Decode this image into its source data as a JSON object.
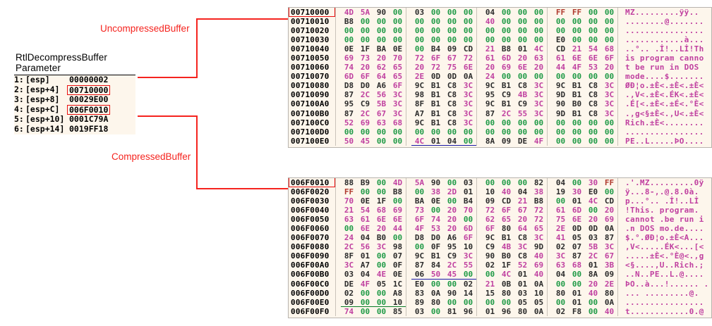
{
  "annotations": {
    "uncompressed_label": "UncompressedBuffer",
    "compressed_label": "CompressedBuffer",
    "line_color": "#f5241f",
    "box_color": "#e8100f"
  },
  "parameter_panel": {
    "function_name": "RtlDecompressBuffer",
    "section_title": "Parameter",
    "title_text": "RtlDecompressBuffer\nParameter",
    "rows": [
      {
        "index": "1:",
        "register": "[esp]",
        "value": "00000002",
        "boxed": false
      },
      {
        "index": "2:",
        "register": "[esp+4]",
        "value": "00710000",
        "boxed": true
      },
      {
        "index": "3:",
        "register": "[esp+8]",
        "value": "00029E00",
        "boxed": false
      },
      {
        "index": "4:",
        "register": "[esp+C]",
        "value": "006F0010",
        "boxed": true
      },
      {
        "index": "5:",
        "register": "[esp+10]",
        "value": "0001C79A",
        "boxed": false
      },
      {
        "index": "6:",
        "register": "[esp+14]",
        "value": "0019FF18",
        "boxed": false
      }
    ]
  },
  "hexdump_top": {
    "name": "uncompressed-buffer-hexdump",
    "rows": [
      {
        "addr": "00710000",
        "boxed": true,
        "bytes": [
          "4D",
          "5A",
          "90",
          "00",
          "03",
          "00",
          "00",
          "00",
          "04",
          "00",
          "00",
          "00",
          "FF",
          "FF",
          "00",
          "00"
        ],
        "ascii": "MZ.........ÿÿ.."
      },
      {
        "addr": "00710010",
        "boxed": false,
        "bytes": [
          "B8",
          "00",
          "00",
          "00",
          "00",
          "00",
          "00",
          "00",
          "40",
          "00",
          "00",
          "00",
          "00",
          "00",
          "00",
          "00"
        ],
        "ascii": "........@......."
      },
      {
        "addr": "00710020",
        "boxed": false,
        "bytes": [
          "00",
          "00",
          "00",
          "00",
          "00",
          "00",
          "00",
          "00",
          "00",
          "00",
          "00",
          "00",
          "00",
          "00",
          "00",
          "00"
        ],
        "ascii": "................"
      },
      {
        "addr": "00710030",
        "boxed": false,
        "bytes": [
          "00",
          "00",
          "00",
          "00",
          "00",
          "00",
          "00",
          "00",
          "00",
          "00",
          "00",
          "00",
          "E0",
          "00",
          "00",
          "00"
        ],
        "ascii": "............à..."
      },
      {
        "addr": "00710040",
        "boxed": false,
        "bytes": [
          "0E",
          "1F",
          "BA",
          "0E",
          "00",
          "B4",
          "09",
          "CD",
          "21",
          "B8",
          "01",
          "4C",
          "CD",
          "21",
          "54",
          "68"
        ],
        "ascii": "..°.. .İ!..Lİ!Th"
      },
      {
        "addr": "00710050",
        "boxed": false,
        "bytes": [
          "69",
          "73",
          "20",
          "70",
          "72",
          "6F",
          "67",
          "72",
          "61",
          "6D",
          "20",
          "63",
          "61",
          "6E",
          "6E",
          "6F"
        ],
        "ascii": "is program canno"
      },
      {
        "addr": "00710060",
        "boxed": false,
        "bytes": [
          "74",
          "20",
          "62",
          "65",
          "20",
          "72",
          "75",
          "6E",
          "20",
          "69",
          "6E",
          "20",
          "44",
          "4F",
          "53",
          "20"
        ],
        "ascii": "t be run in DOS "
      },
      {
        "addr": "00710070",
        "boxed": false,
        "bytes": [
          "6D",
          "6F",
          "64",
          "65",
          "2E",
          "0D",
          "0D",
          "0A",
          "24",
          "00",
          "00",
          "00",
          "00",
          "00",
          "00",
          "00"
        ],
        "ascii": "mode....$......."
      },
      {
        "addr": "00710080",
        "boxed": false,
        "bytes": [
          "D8",
          "D0",
          "A6",
          "6F",
          "9C",
          "B1",
          "C8",
          "3C",
          "9C",
          "B1",
          "C8",
          "3C",
          "9C",
          "B1",
          "C8",
          "3C"
        ],
        "ascii": "ØÐ¦o.±È<.±È<.±È<"
      },
      {
        "addr": "00710090",
        "boxed": false,
        "bytes": [
          "87",
          "2C",
          "56",
          "3C",
          "98",
          "B1",
          "C8",
          "3C",
          "95",
          "C9",
          "4B",
          "3C",
          "9D",
          "B1",
          "C8",
          "3C"
        ],
        "ascii": ".,V<.±È<.ÉK<.±È<"
      },
      {
        "addr": "007100A0",
        "boxed": false,
        "bytes": [
          "95",
          "C9",
          "5B",
          "3C",
          "8F",
          "B1",
          "C8",
          "3C",
          "9C",
          "B1",
          "C9",
          "3C",
          "90",
          "B0",
          "C8",
          "3C"
        ],
        "ascii": ".É[<.±È<.±É<.°È<"
      },
      {
        "addr": "007100B0",
        "boxed": false,
        "bytes": [
          "87",
          "2C",
          "67",
          "3C",
          "A7",
          "B1",
          "C8",
          "3C",
          "87",
          "2C",
          "55",
          "3C",
          "9D",
          "B1",
          "C8",
          "3C"
        ],
        "ascii": ".,g<§±È<.,U<.±È<"
      },
      {
        "addr": "007100C0",
        "boxed": false,
        "bytes": [
          "52",
          "69",
          "63",
          "68",
          "9C",
          "B1",
          "C8",
          "3C",
          "00",
          "00",
          "00",
          "00",
          "00",
          "00",
          "00",
          "00"
        ],
        "ascii": "Rich.±È<........"
      },
      {
        "addr": "007100D0",
        "boxed": false,
        "bytes": [
          "00",
          "00",
          "00",
          "00",
          "00",
          "00",
          "00",
          "00",
          "00",
          "00",
          "00",
          "00",
          "00",
          "00",
          "00",
          "00"
        ],
        "ascii": "................"
      },
      {
        "addr": "007100E0",
        "boxed": false,
        "bytes": [
          "50",
          "45",
          "00",
          "00",
          "4C",
          "01",
          "04",
          "00",
          "8A",
          "09",
          "DE",
          "4F",
          "00",
          "00",
          "00",
          "00"
        ],
        "ascii": "PE..L.....ÞO...."
      }
    ],
    "underline_blue": {
      "row": 14,
      "start": 4,
      "count": 4
    }
  },
  "hexdump_bottom": {
    "name": "compressed-buffer-hexdump",
    "rows": [
      {
        "addr": "006F0010",
        "boxed": true,
        "bytes": [
          "88",
          "B9",
          "00",
          "4D",
          "5A",
          "90",
          "00",
          "03",
          "00",
          "00",
          "00",
          "82",
          "04",
          "00",
          "30",
          "FF"
        ],
        "ascii": ".'.MZ.........0ÿ"
      },
      {
        "addr": "006F0020",
        "boxed": false,
        "bytes": [
          "FF",
          "00",
          "00",
          "B8",
          "00",
          "38",
          "2D",
          "01",
          "10",
          "40",
          "04",
          "38",
          "19",
          "30",
          "E0",
          "00"
        ],
        "ascii": "ÿ...8-,.@.8.0à."
      },
      {
        "addr": "006F0030",
        "boxed": false,
        "bytes": [
          "70",
          "0E",
          "1F",
          "00",
          "BA",
          "0E",
          "00",
          "B4",
          "09",
          "CD",
          "21",
          "B8",
          "00",
          "01",
          "4C",
          "CD"
        ],
        "ascii": "p...°.. .İ!..Lİ"
      },
      {
        "addr": "006F0040",
        "boxed": false,
        "bytes": [
          "21",
          "54",
          "68",
          "69",
          "73",
          "00",
          "20",
          "70",
          "72",
          "6F",
          "67",
          "72",
          "61",
          "6D",
          "00",
          "20"
        ],
        "ascii": "!This. program."
      },
      {
        "addr": "006F0050",
        "boxed": false,
        "bytes": [
          "63",
          "61",
          "6E",
          "6E",
          "6F",
          "74",
          "20",
          "00",
          "62",
          "65",
          "20",
          "72",
          "75",
          "6E",
          "20",
          "69"
        ],
        "ascii": "cannot .be run i"
      },
      {
        "addr": "006F0060",
        "boxed": false,
        "bytes": [
          "00",
          "6E",
          "20",
          "44",
          "4F",
          "53",
          "20",
          "6D",
          "6F",
          "80",
          "64",
          "65",
          "2E",
          "0D",
          "0D",
          "0A"
        ],
        "ascii": ".n DOS mo.de...."
      },
      {
        "addr": "006F0070",
        "boxed": false,
        "bytes": [
          "24",
          "04",
          "B0",
          "00",
          "D8",
          "D0",
          "A6",
          "6F",
          "9C",
          "B1",
          "C8",
          "3C",
          "41",
          "05",
          "03",
          "87"
        ],
        "ascii": "$.°.ØÐ¦o.±È<A..."
      },
      {
        "addr": "006F0080",
        "boxed": false,
        "bytes": [
          "2C",
          "56",
          "3C",
          "98",
          "00",
          "0F",
          "95",
          "10",
          "C9",
          "4B",
          "3C",
          "9D",
          "02",
          "07",
          "5B",
          "3C"
        ],
        "ascii": ",V<.....ÉK<...[<"
      },
      {
        "addr": "006F0090",
        "boxed": false,
        "bytes": [
          "8F",
          "01",
          "00",
          "07",
          "9C",
          "B1",
          "C9",
          "3C",
          "90",
          "B0",
          "C8",
          "40",
          "3C",
          "87",
          "2C",
          "67"
        ],
        "ascii": ".....±È<.°È@<.,g"
      },
      {
        "addr": "006F00A0",
        "boxed": false,
        "bytes": [
          "3C",
          "A7",
          "00",
          "0F",
          "87",
          "84",
          "2C",
          "55",
          "02",
          "1F",
          "52",
          "69",
          "63",
          "68",
          "01",
          "3B"
        ],
        "ascii": "<§....,U..Rich.;"
      },
      {
        "addr": "006F00B0",
        "boxed": false,
        "bytes": [
          "03",
          "04",
          "4E",
          "0E",
          "06",
          "50",
          "45",
          "00",
          "00",
          "4C",
          "01",
          "40",
          "04",
          "00",
          "8A",
          "09"
        ],
        "ascii": "..N..PE..L.@...."
      },
      {
        "addr": "006F00C0",
        "boxed": false,
        "bytes": [
          "DE",
          "4F",
          "05",
          "1C",
          "E0",
          "00",
          "00",
          "02",
          "21",
          "0B",
          "01",
          "0A",
          "00",
          "00",
          "20",
          "2E"
        ],
        "ascii": "ÞO..à...!...... ."
      },
      {
        "addr": "006F00D0",
        "boxed": false,
        "bytes": [
          "02",
          "00",
          "00",
          "A8",
          "83",
          "0A",
          "90",
          "14",
          "15",
          "80",
          "03",
          "10",
          "80",
          "01",
          "40",
          "80"
        ],
        "ascii": "... .........@."
      },
      {
        "addr": "006F00E0",
        "boxed": false,
        "bytes": [
          "09",
          "00",
          "00",
          "10",
          "89",
          "80",
          "00",
          "00",
          "00",
          "00",
          "05",
          "05",
          "00",
          "01",
          "00",
          "0A"
        ],
        "ascii": "................"
      },
      {
        "addr": "006F00F0",
        "boxed": false,
        "bytes": [
          "74",
          "00",
          "00",
          "85",
          "03",
          "00",
          "81",
          "96",
          "01",
          "96",
          "80",
          "0A",
          "02",
          "F8",
          "00",
          "40"
        ],
        "ascii": "t............0.@"
      }
    ],
    "underline_blue": {
      "row": 10,
      "start": 4,
      "count": 4
    },
    "underline_green": {
      "row": 13,
      "start": 0,
      "count": 4
    }
  }
}
